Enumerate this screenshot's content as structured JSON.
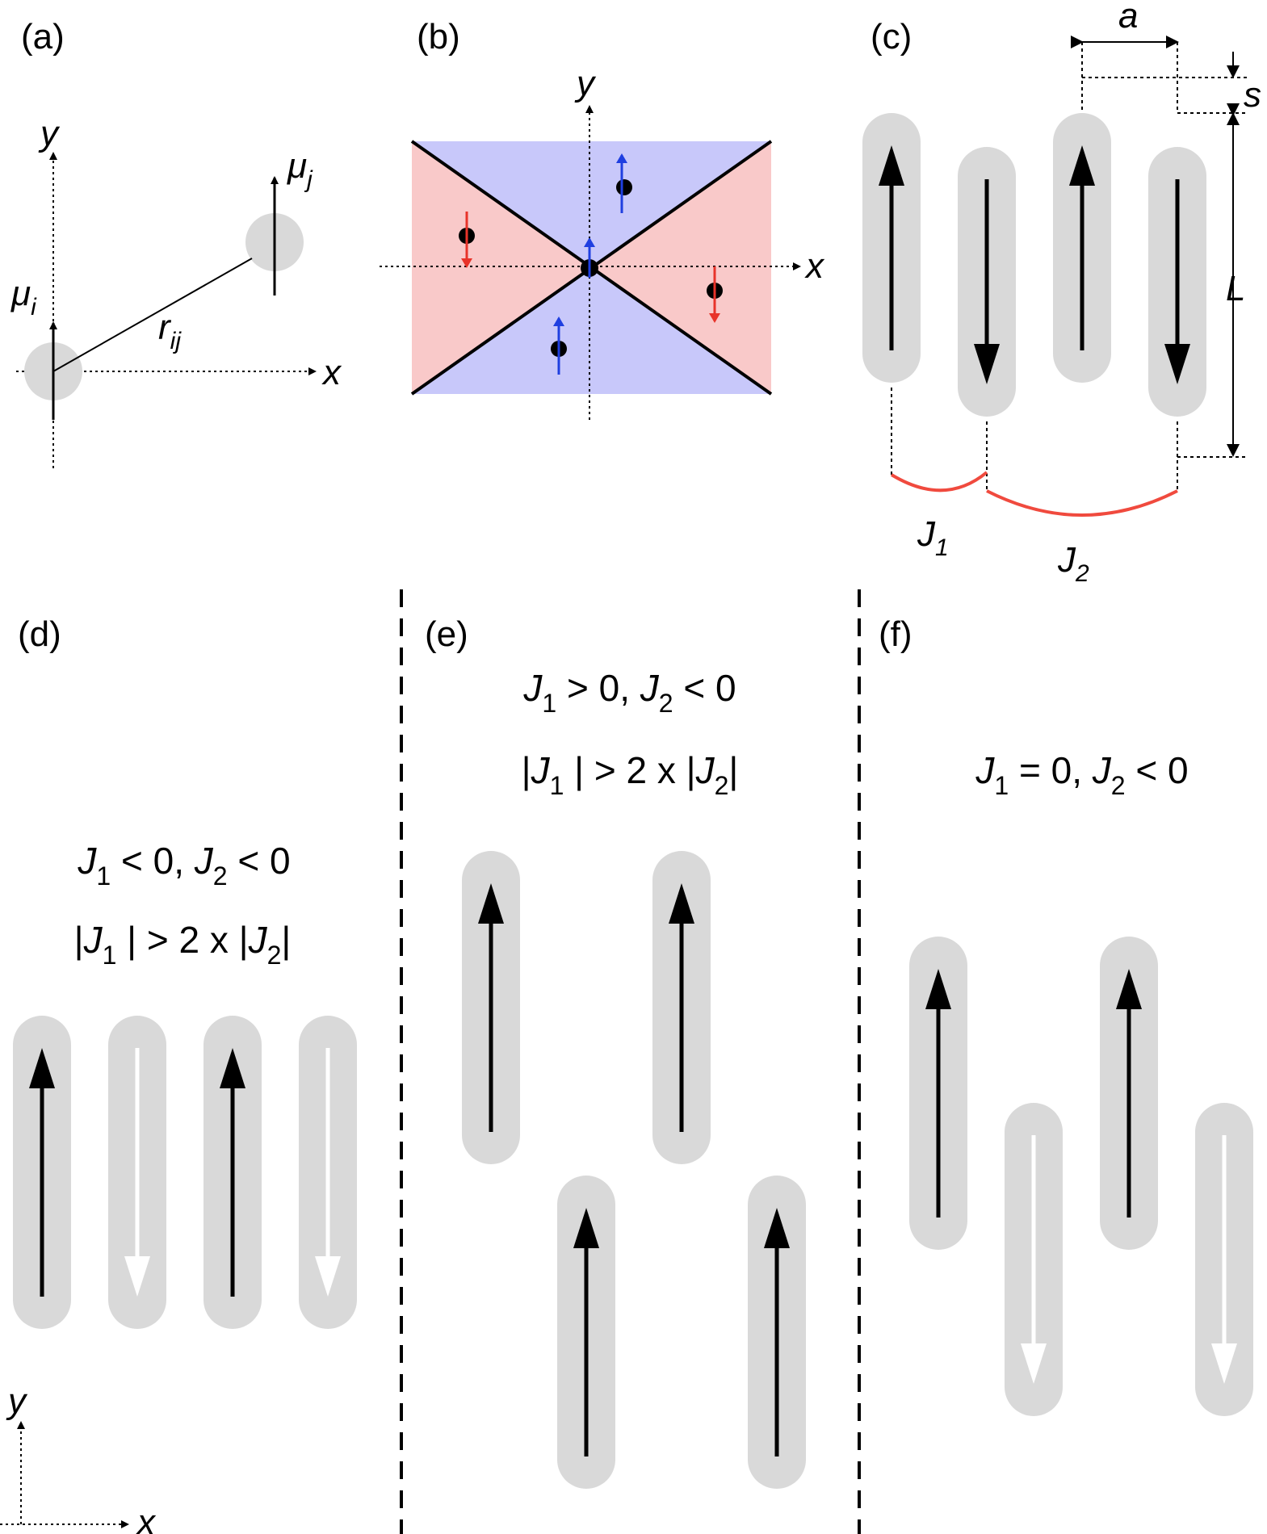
{
  "panels": {
    "a": {
      "label": "(a)",
      "axis_x": "x",
      "axis_y": "y",
      "mu_i": "μ",
      "mu_i_sub": "i",
      "mu_j": "μ",
      "mu_j_sub": "j",
      "r": "r",
      "r_sub": "ij"
    },
    "b": {
      "label": "(b)",
      "axis_x": "x",
      "axis_y": "y"
    },
    "c": {
      "label": "(c)",
      "a": "a",
      "s": "s",
      "L": "L",
      "J1": "J",
      "J1_sub": "1",
      "J2": "J",
      "J2_sub": "2"
    },
    "d": {
      "label": "(d)",
      "cond1": [
        {
          "t": "J",
          "i": true
        },
        {
          "t": "1",
          "sub": true
        },
        {
          "t": " < 0, "
        },
        {
          "t": "J",
          "i": true
        },
        {
          "t": "2",
          "sub": true
        },
        {
          "t": " < 0"
        }
      ],
      "cond2": [
        {
          "t": "|"
        },
        {
          "t": "J",
          "i": true
        },
        {
          "t": "1",
          "sub": true
        },
        {
          "t": " | > 2 x |"
        },
        {
          "t": "J",
          "i": true
        },
        {
          "t": "2",
          "sub": true
        },
        {
          "t": "|"
        }
      ],
      "axis_x": "x",
      "axis_y": "y"
    },
    "e": {
      "label": "(e)",
      "cond1": [
        {
          "t": "J",
          "i": true
        },
        {
          "t": "1",
          "sub": true
        },
        {
          "t": " > 0, "
        },
        {
          "t": "J",
          "i": true
        },
        {
          "t": "2",
          "sub": true
        },
        {
          "t": " < 0"
        }
      ],
      "cond2": [
        {
          "t": "|"
        },
        {
          "t": "J",
          "i": true
        },
        {
          "t": "1",
          "sub": true
        },
        {
          "t": " | > 2 x |"
        },
        {
          "t": "J",
          "i": true
        },
        {
          "t": "2",
          "sub": true
        },
        {
          "t": "|"
        }
      ]
    },
    "f": {
      "label": "(f)",
      "cond1": [
        {
          "t": "J",
          "i": true
        },
        {
          "t": "1",
          "sub": true
        },
        {
          "t": " = 0, "
        },
        {
          "t": "J",
          "i": true
        },
        {
          "t": "2",
          "sub": true
        },
        {
          "t": " < 0"
        }
      ]
    }
  },
  "colors": {
    "island": "#d9d9d9",
    "blue_region": "#c8c8fa",
    "red_region": "#f9c9c9",
    "blue_arrow": "#1f3fe0",
    "red_arrow": "#e8332a",
    "coupling": "#f04a3e"
  },
  "magnetization": {
    "c": [
      "up",
      "down",
      "up",
      "down"
    ],
    "d": [
      "up",
      "down",
      "up",
      "down"
    ],
    "e": [
      "up",
      "up",
      "up",
      "up"
    ],
    "f": [
      "up",
      "up",
      "down",
      "down"
    ]
  }
}
